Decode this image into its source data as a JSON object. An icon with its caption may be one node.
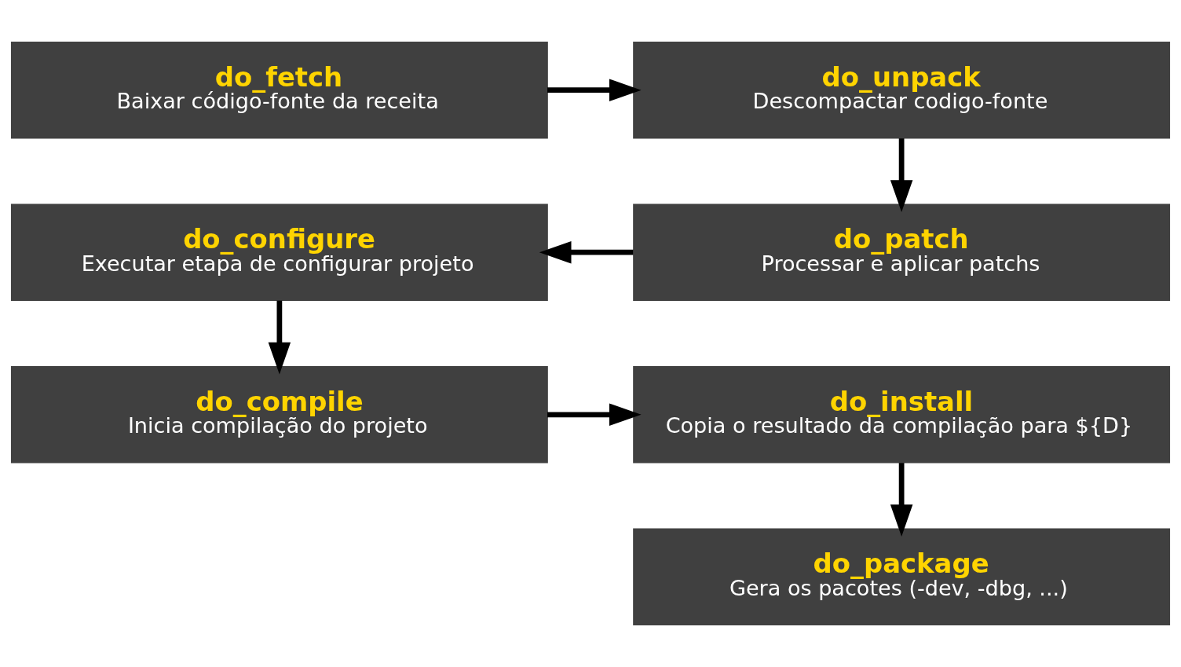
{
  "diagram": {
    "nodes": [
      {
        "text": [
          "do_fetch",
          "Baixar código-fonte da receita"
        ]
      },
      {
        "text": [
          "do_unpack",
          "Descompactar codigo-fonte"
        ]
      },
      {
        "text": [
          "do_configure",
          "Executar etapa de configurar projeto"
        ]
      },
      {
        "text": [
          "do_patch",
          "Processar e aplicar patchs"
        ]
      },
      {
        "text": [
          "do_compile",
          "Inicia compilação do projeto"
        ]
      },
      {
        "text": [
          "do_install",
          "Copia o resultado da compilação para ${D}"
        ]
      },
      {
        "text": [
          "do_package",
          "Gera os pacotes (-dev, -dbg, ...)"
        ]
      }
    ],
    "edges": [
      {
        "from": 0,
        "to": 1,
        "arrow": "to"
      },
      {
        "from": 1,
        "to": 3,
        "arrow": "to"
      },
      {
        "from": 3,
        "to": 2,
        "arrow": "to"
      },
      {
        "from": 2,
        "to": 4,
        "arrow": "to"
      },
      {
        "from": 4,
        "to": 5,
        "arrow": "to"
      },
      {
        "from": 5,
        "to": 6,
        "arrow": "to"
      }
    ]
  }
}
